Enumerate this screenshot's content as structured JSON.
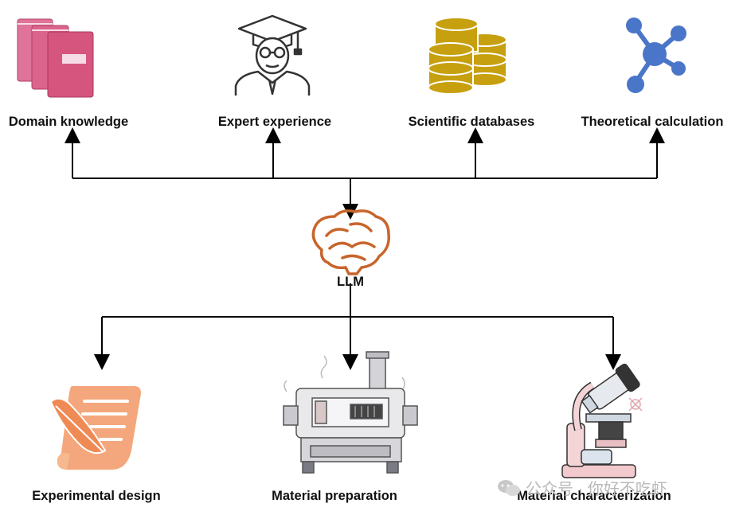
{
  "sources": [
    {
      "label": "Domain knowledge",
      "icon": "books-icon"
    },
    {
      "label": "Expert experience",
      "icon": "scholar-icon"
    },
    {
      "label": "Scientific databases",
      "icon": "database-icon"
    },
    {
      "label": "Theoretical calculation",
      "icon": "molecule-icon"
    }
  ],
  "center": {
    "label": "LLM",
    "icon": "brain-icon",
    "color": "#c8652b"
  },
  "targets": [
    {
      "label": "Experimental design",
      "icon": "scroll-quill-icon"
    },
    {
      "label": "Material preparation",
      "icon": "furnace-icon"
    },
    {
      "label": "Material characterization",
      "icon": "microscope-icon"
    }
  ],
  "watermark": {
    "text": "公众号 · 你好不吃虾",
    "icon": "wechat-icon"
  },
  "colors": {
    "books": "#d6557f",
    "database": "#c7a010",
    "molecule": "#4a76c9",
    "scroll": "#f4a77c",
    "line": "#000000"
  }
}
